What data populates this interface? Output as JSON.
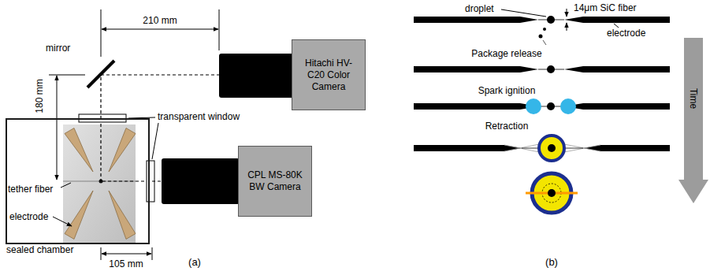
{
  "diagram": {
    "nodes": [
      {
        "text": [
          "Hitachi HV-C20 Color Camera"
        ]
      },
      {
        "text": [
          "sealed chamber"
        ]
      },
      {
        "text": [
          "CPL MS-80K BW Camera"
        ]
      }
    ],
    "edges": [
      {
        "from": 0,
        "to": 1,
        "arrow": "none"
      },
      {
        "from": 2,
        "to": 1,
        "arrow": "none"
      }
    ],
    "labels": [
      "210 mm",
      "mirror",
      "transparent window",
      "180 mm",
      "tether fiber",
      "electrode",
      "105 mm",
      "(a)",
      "droplet",
      "14μm SiC fiber",
      "electrode",
      "Package release",
      "Spark ignition",
      "Retraction",
      "Time",
      "(b)"
    ]
  }
}
